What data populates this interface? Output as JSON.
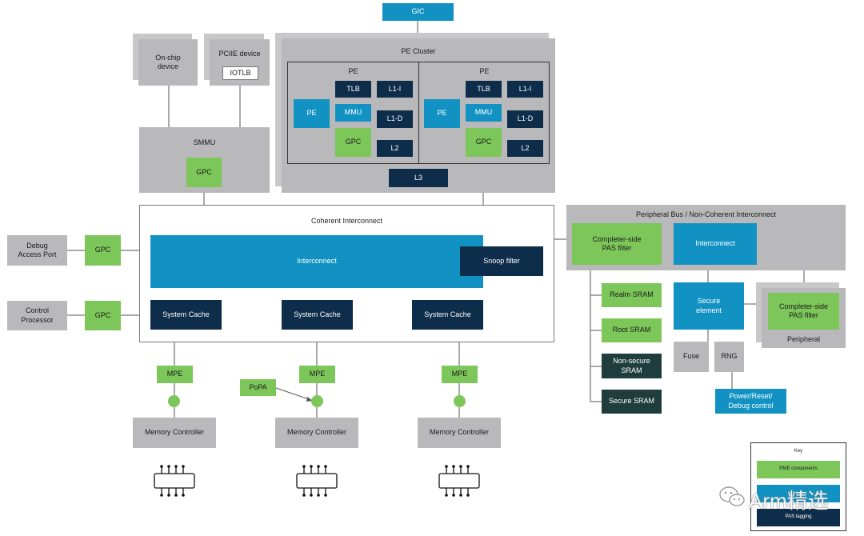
{
  "gic": "GIC",
  "onchip": "On-chip\ndevice",
  "pcie": {
    "title": "PCIIE device",
    "iotlb": "IOTLB"
  },
  "smmu": {
    "title": "SMMU",
    "gpc": "GPC"
  },
  "cluster": {
    "title": "PE Cluster",
    "l3": "L3",
    "pes": [
      {
        "title": "PE",
        "pe": "PE",
        "tlb": "TLB",
        "mmu": "MMU",
        "gpc": "GPC",
        "l1i": "L1-I",
        "l1d": "L1-D",
        "l2": "L2"
      },
      {
        "title": "PE",
        "pe": "PE",
        "tlb": "TLB",
        "mmu": "MMU",
        "gpc": "GPC",
        "l1i": "L1-I",
        "l1d": "L1-D",
        "l2": "L2"
      }
    ]
  },
  "coherent": {
    "title": "Coherent Interconnect",
    "interconnect": "Interconnect",
    "snoop": "Snoop filter",
    "caches": [
      "System Cache",
      "System Cache",
      "System Cache"
    ]
  },
  "debug": {
    "label": "Debug\nAccess Port",
    "gpc": "GPC"
  },
  "control": {
    "label": "Control\nProcessor",
    "gpc": "GPC"
  },
  "memory": {
    "mpe": [
      "MPE",
      "MPE",
      "MPE"
    ],
    "controllers": [
      "Memory Controller",
      "Memory Controller",
      "Memory Controller"
    ],
    "popa": "PoPA"
  },
  "peripheral_bus": {
    "title": "Peripheral Bus / Non-Coherent Interconnect",
    "completer": "Completer-side\nPAS filter",
    "interconnect": "Interconnect",
    "srams": [
      "Realm SRAM",
      "Root SRAM",
      "Non-secure\nSRAM",
      "Secure SRAM"
    ],
    "secure_element": "Secure\nelement",
    "fuse": "Fuse",
    "rng": "RNG",
    "power": "Power/Reset/\nDebug control",
    "peripheral": {
      "title": "Peripheral",
      "completer": "Completer-side\nPAS filter"
    }
  },
  "key": {
    "title": "Key",
    "items": [
      "RME components",
      "",
      "PAS tagging"
    ]
  },
  "watermark": "Arm精选",
  "colors": {
    "green": "#7dc65a",
    "blue": "#1192c3",
    "navy": "#0e2d4a",
    "gray": "#b9b9bb",
    "dark_teal": "#203d3d"
  }
}
